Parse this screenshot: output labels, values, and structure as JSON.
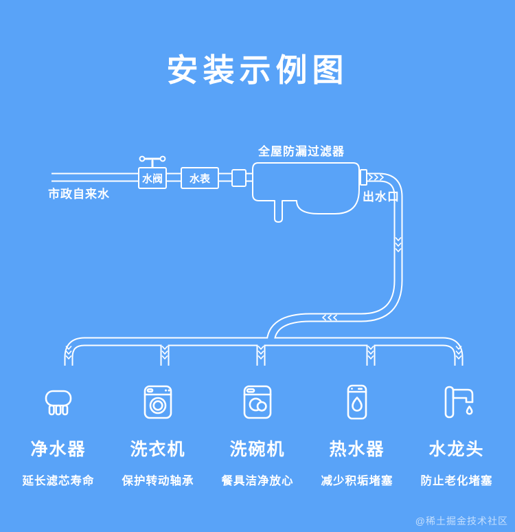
{
  "title": "安装示例图",
  "colors": {
    "background": "#59A3F8",
    "line": "#FFFFFF"
  },
  "diagram": {
    "source_label": "市政自来水",
    "valve_label": "水阀",
    "meter_label": "水表",
    "filter_label": "全屋防漏过滤器",
    "outlet_label": "出水口"
  },
  "appliances": [
    {
      "name": "净水器",
      "caption": "延长滤芯寿命",
      "icon": "water-purifier-icon"
    },
    {
      "name": "洗衣机",
      "caption": "保护转动轴承",
      "icon": "washing-machine-icon"
    },
    {
      "name": "洗碗机",
      "caption": "餐具洁净放心",
      "icon": "dishwasher-icon"
    },
    {
      "name": "热水器",
      "caption": "减少积垢堵塞",
      "icon": "water-heater-icon"
    },
    {
      "name": "水龙头",
      "caption": "防止老化堵塞",
      "icon": "faucet-icon"
    }
  ],
  "watermark": "@稀土掘金技术社区"
}
